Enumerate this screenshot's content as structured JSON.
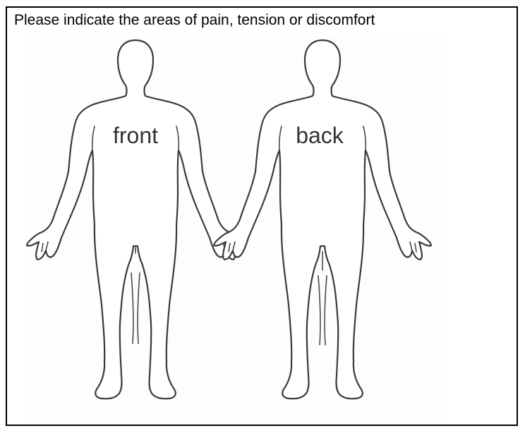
{
  "prompt_text": "Please indicate the areas of pain, tension or discomfort",
  "figures": {
    "front_label": "front",
    "back_label": "back"
  },
  "colors": {
    "border": "#000000",
    "outline": "#3a3a3a",
    "text": "#000000"
  }
}
